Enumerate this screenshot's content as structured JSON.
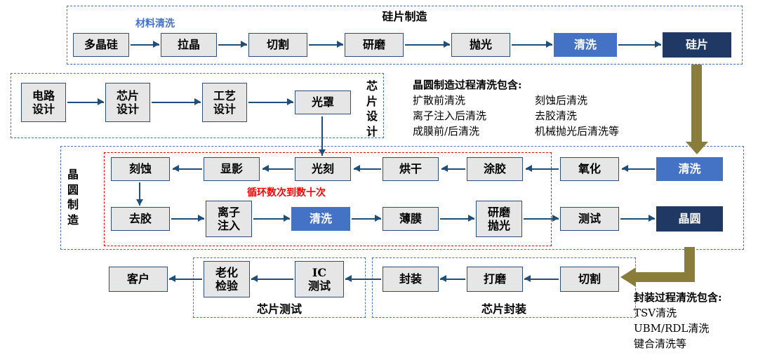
{
  "colors": {
    "accent_blue": "#4472c4",
    "navy": "#1f3864",
    "box_fill": "#e7e6e6",
    "box_border": "#2e4d7b",
    "arrow": "#1f4e79",
    "red": "#ff0000",
    "olive": "#8a7d3a"
  },
  "top": {
    "section_title": "硅片制造",
    "annotation": "材料清洗",
    "nodes": [
      "多晶硅",
      "拉晶",
      "切割",
      "研磨",
      "抛光",
      "清洗",
      "硅片"
    ]
  },
  "design": {
    "section_title": "芯片设计",
    "nodes": [
      "电路\n设计",
      "芯片\n设计",
      "工艺\n设计",
      "光罩"
    ]
  },
  "wafer": {
    "section_title": "晶圆制造",
    "cycle_label": "循环数次到数十次",
    "row1": [
      "刻蚀",
      "显影",
      "光刻",
      "烘干",
      "涂胶",
      "氧化",
      "清洗"
    ],
    "row2": [
      "去胶",
      "离子\n注入",
      "清洗",
      "薄膜",
      "研磨\n抛光",
      "测试",
      "晶圆"
    ]
  },
  "test": {
    "section_title": "芯片测试",
    "nodes": [
      "客户",
      "老化\n检验",
      "IC\n测试"
    ]
  },
  "package": {
    "section_title": "芯片封装",
    "nodes": [
      "封装",
      "打磨",
      "切割"
    ]
  },
  "notes": {
    "wafer_cleaning": {
      "title": "晶圆制造过程清洗包含:",
      "col1": [
        "扩散前清洗",
        "离子注入后清洗",
        "成膜前/后清洗"
      ],
      "col2": [
        "刻蚀后清洗",
        "去胶清洗",
        "机械抛光后清洗等"
      ]
    },
    "package_cleaning": {
      "title": "封装过程清洗包含:",
      "lines": [
        "TSV清洗",
        "UBM/RDL清洗",
        "键合清洗等"
      ]
    }
  }
}
